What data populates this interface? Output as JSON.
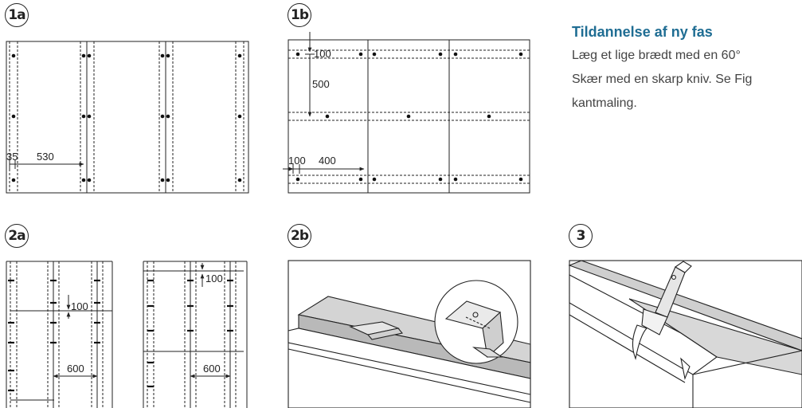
{
  "figures": [
    {
      "id": "fig-1a",
      "label": "1a"
    },
    {
      "id": "fig-1b",
      "label": "1b"
    },
    {
      "id": "fig-2a",
      "label": "2a"
    },
    {
      "id": "fig-2b",
      "label": "2b"
    },
    {
      "id": "fig-3",
      "label": "3"
    }
  ],
  "dims": {
    "fig1a_a": "35",
    "fig1a_b": "530",
    "fig1b_a": "100",
    "fig1b_b": "500",
    "fig1b_c": "100",
    "fig1b_d": "400",
    "fig2a_a": "100",
    "fig2a_b": "600",
    "fig2a_c": "100",
    "fig2a_d": "600"
  },
  "text": {
    "heading": "Tildannelse af ny fas",
    "lines": [
      "Læg et lige brædt med en 60°",
      "Skær med en skarp kniv. Se Fig",
      "kantmaling."
    ]
  }
}
